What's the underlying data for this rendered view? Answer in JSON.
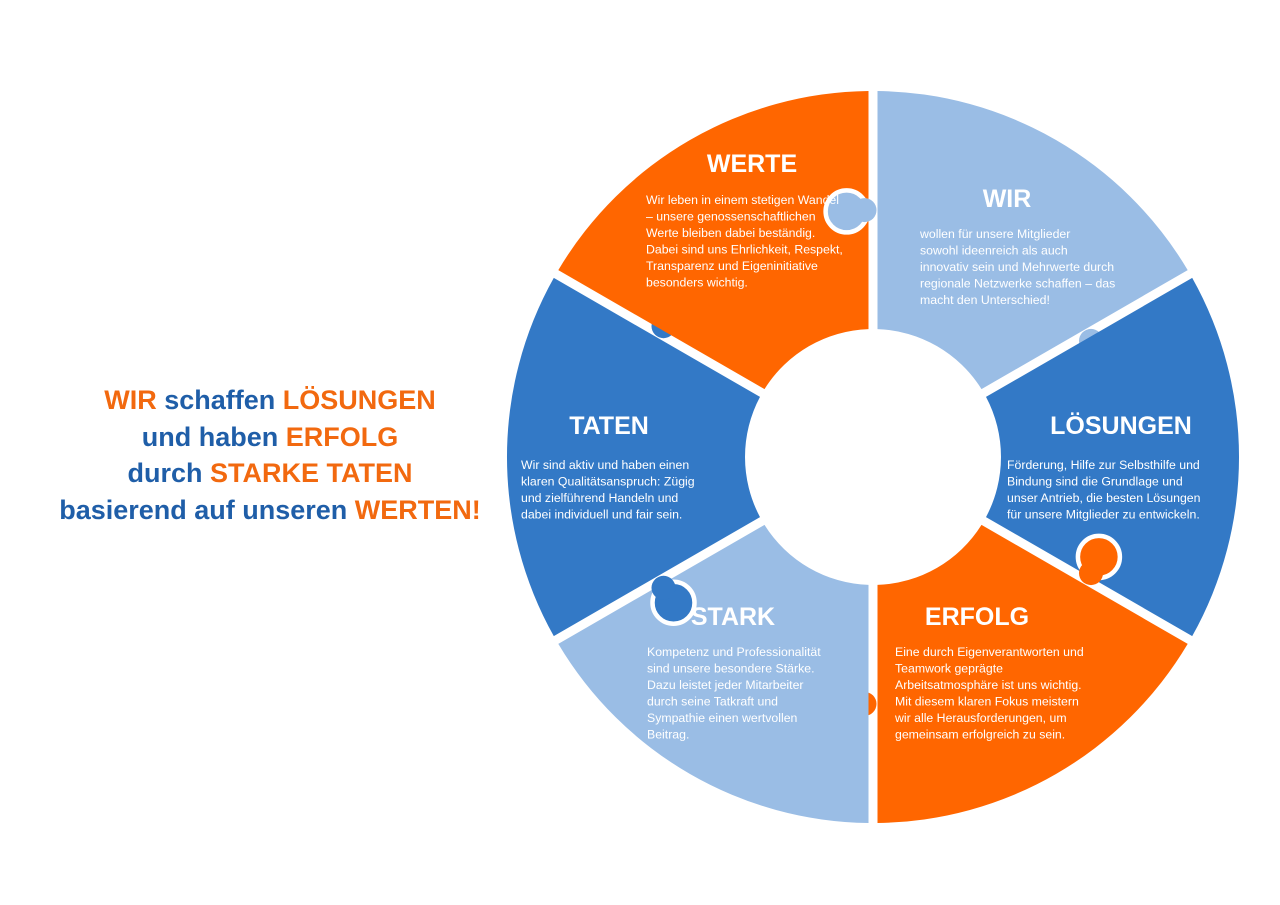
{
  "slogan": {
    "l1": [
      "WIR",
      " schaffen ",
      "LÖSUNGEN"
    ],
    "l2": [
      "und haben ",
      "ERFOLG"
    ],
    "l3": [
      "durch ",
      "STARKE TATEN"
    ],
    "l4": [
      "basierend auf unseren ",
      "WERTEN!"
    ]
  },
  "colors": {
    "orange": "#ff6600",
    "dark_blue": "#3379c6",
    "light_blue": "#9abde5",
    "slogan_blue": "#1f5ea8",
    "slogan_orange": "#f2690f"
  },
  "pieces": {
    "werte": {
      "title": "WERTE",
      "color": "light_blue",
      "text": [
        "Wir leben in einem stetigen Wandel",
        "– unsere genossenschaftlichen",
        "Werte bleiben dabei beständig.",
        "Dabei sind uns Ehrlichkeit, Respekt,",
        "Transparenz und Eigeninitiative",
        "besonders wichtig."
      ]
    },
    "wir": {
      "title": "WIR",
      "color": "dark_blue",
      "text": [
        "wollen für unsere Mitglieder",
        "sowohl ideenreich als auch",
        "innovativ sein und Mehrwerte durch",
        "regionale Netzwerke schaffen – das",
        "macht den Unterschied!"
      ]
    },
    "loesungen": {
      "title": "LÖSUNGEN",
      "color": "orange",
      "text": [
        "Förderung, Hilfe zur Selbsthilfe und",
        "Bindung sind die Grundlage und",
        "unser Antrieb, die besten Lösungen",
        "für unsere Mitglieder zu entwickeln."
      ]
    },
    "erfolg": {
      "title": "ERFOLG",
      "color": "light_blue",
      "text": [
        "Eine durch Eigenverantworten und",
        "Teamwork geprägte",
        "Arbeitsatmosphäre ist uns wichtig.",
        "Mit diesem klaren Fokus meistern",
        "wir alle Herausforderungen, um",
        "gemeinsam erfolgreich zu sein."
      ]
    },
    "stark": {
      "title": "STARK",
      "color": "dark_blue",
      "text": [
        "Kompetenz und Professionalität",
        "sind unsere besondere Stärke.",
        "Dazu leistet jeder Mitarbeiter",
        "durch seine Tatkraft und",
        "Sympathie einen wertvollen",
        "Beitrag."
      ]
    },
    "taten": {
      "title": "TATEN",
      "color": "orange",
      "text": [
        "Wir sind aktiv und haben einen",
        "klaren Qualitätsanspruch: Zügig",
        "und zielführend Handeln und",
        "dabei individuell und fair sein."
      ]
    }
  }
}
